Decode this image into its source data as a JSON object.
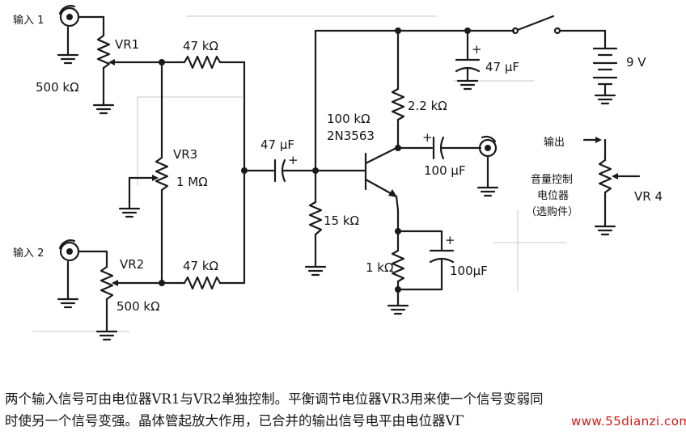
{
  "labels": {
    "input1": "输入 1",
    "input2": "输入 2",
    "vr1": "VR1",
    "vr1_value": "500 kΩ",
    "vr2": "VR2",
    "vr2_value": "500 kΩ",
    "vr3": "VR3",
    "vr3_value": "1 MΩ",
    "r_top": "47 kΩ",
    "r_bottom": "47 kΩ",
    "c_in": "47 μF",
    "r_bias_top": "100 kΩ",
    "transistor": "2N3563",
    "r_bias_bottom": "15 kΩ",
    "r_collector": "2.2 kΩ",
    "c_supply": "47 μF",
    "battery": "9 V",
    "c_out": "100 μF",
    "r_emitter": "1 kΩ",
    "c_emitter": "100μF",
    "output": "输出",
    "volume_line1": "音量控制",
    "volume_line2": "电位器",
    "volume_line3": "（选购件）",
    "vr4": "VR 4",
    "plus": "+"
  },
  "caption": {
    "line1": "两个输入信号可由电位器VR1与VR2单独控制。平衡调节电位器VR3用来使一个信号变弱同",
    "line2": "时使另一个信号变强。晶体管起放大作用，已合并的输出信号电平由电位器VΓ"
  },
  "watermark": "www.55dianzi.com",
  "colors": {
    "ink": "#1a1a1a",
    "watermark": "#d01818"
  }
}
